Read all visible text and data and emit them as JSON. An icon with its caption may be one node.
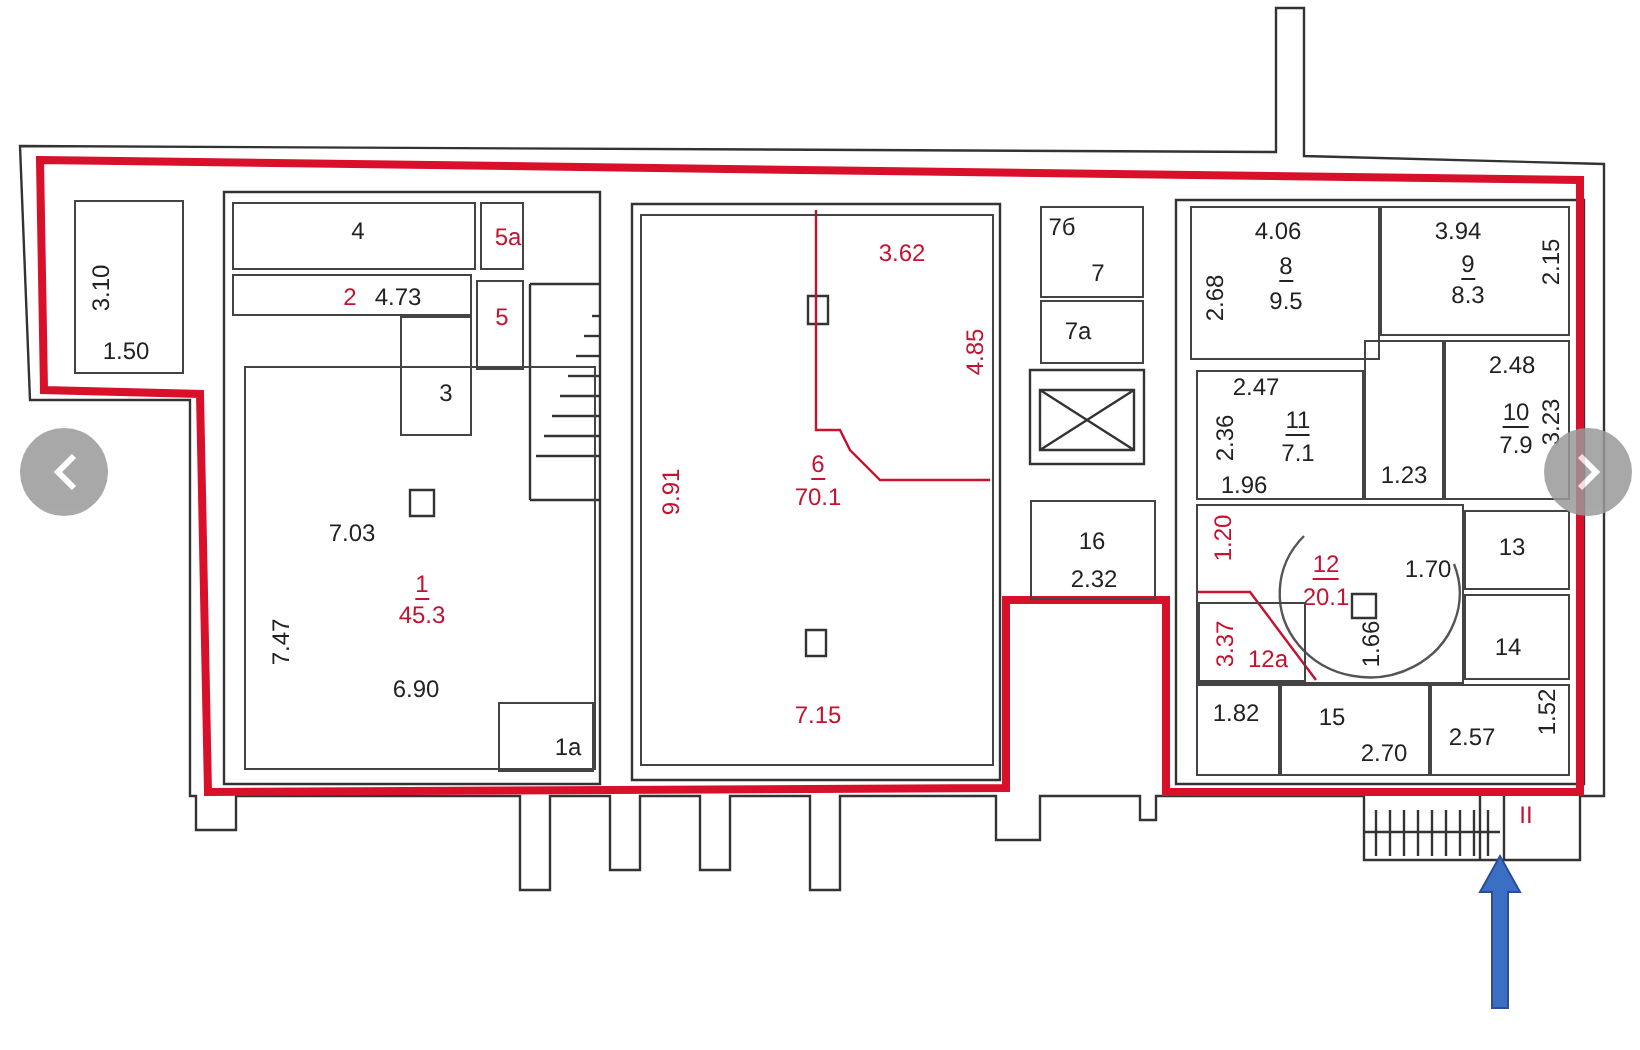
{
  "diagram": {
    "nodes": [
      {
        "text": [
          "3.10",
          "1.50"
        ]
      },
      {
        "text": [
          "4"
        ]
      },
      {
        "text": [
          "5а"
        ]
      },
      {
        "text": [
          "2",
          "4.73"
        ]
      },
      {
        "text": [
          "5"
        ]
      },
      {
        "text": [
          "3"
        ]
      },
      {
        "text": [
          "7.03",
          "1",
          "45.3",
          "7.47",
          "6.90"
        ]
      },
      {
        "text": [
          "1а"
        ],
        "in": 6
      },
      {
        "text": [
          "3.62",
          "4.85",
          "6",
          "70.1",
          "9.91",
          "7.15"
        ]
      },
      {
        "text": [
          "7б",
          "7"
        ]
      },
      {
        "text": [
          "7а"
        ]
      },
      {
        "text": [
          "16",
          "2.32"
        ]
      },
      {
        "text": [
          "4.06",
          "2.68",
          "8",
          "9.5"
        ]
      },
      {
        "text": [
          "3.94",
          "9",
          "8.3",
          "2.15"
        ]
      },
      {
        "text": [
          "2.47",
          "2.36",
          "11",
          "7.1",
          "1.96"
        ]
      },
      {
        "text": [
          "1.23"
        ]
      },
      {
        "text": [
          "2.48",
          "10",
          "7.9",
          "3.23"
        ]
      },
      {
        "text": [
          "1.20",
          "12",
          "20.1",
          "1.70",
          "1.66"
        ]
      },
      {
        "text": [
          "3.37",
          "12а"
        ],
        "in": 17
      },
      {
        "text": [
          "13"
        ]
      },
      {
        "text": [
          "14"
        ]
      },
      {
        "text": [
          "1.82"
        ]
      },
      {
        "text": [
          "15",
          "2.70"
        ]
      },
      {
        "text": [
          "2.57",
          "1.52"
        ]
      }
    ],
    "labels": [
      "II"
    ]
  }
}
